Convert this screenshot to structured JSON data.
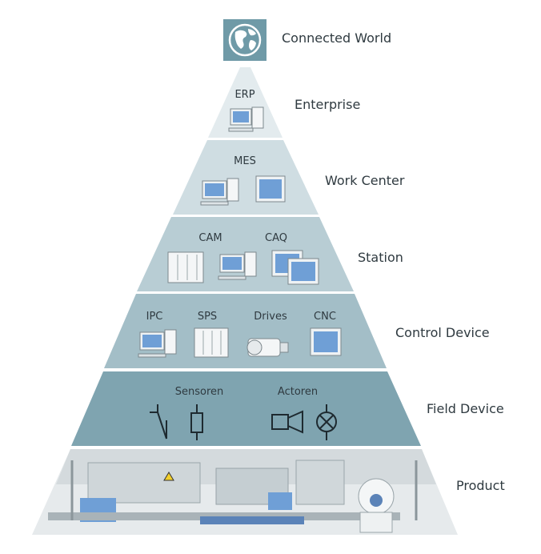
{
  "top": {
    "label": "Connected World",
    "icon": "globe-icon"
  },
  "tiers": [
    {
      "label": "Enterprise",
      "items": [
        "ERP"
      ]
    },
    {
      "label": "Work Center",
      "items": [
        "MES"
      ]
    },
    {
      "label": "Station",
      "items": [
        "CAM",
        "CAQ"
      ]
    },
    {
      "label": "Control Device",
      "items": [
        "IPC",
        "SPS",
        "Drives",
        "CNC"
      ]
    },
    {
      "label": "Field Device",
      "items": [
        "Sensoren",
        "Actoren"
      ]
    },
    {
      "label": "Product",
      "items": []
    }
  ],
  "colors": {
    "tier1": "#e3ebee",
    "tier2": "#cfdde2",
    "tier3": "#b8cdd4",
    "tier4": "#a3bec7",
    "tier5": "#7fa4b0",
    "globe_box": "#6f9aa7",
    "text": "#2f3a40"
  }
}
